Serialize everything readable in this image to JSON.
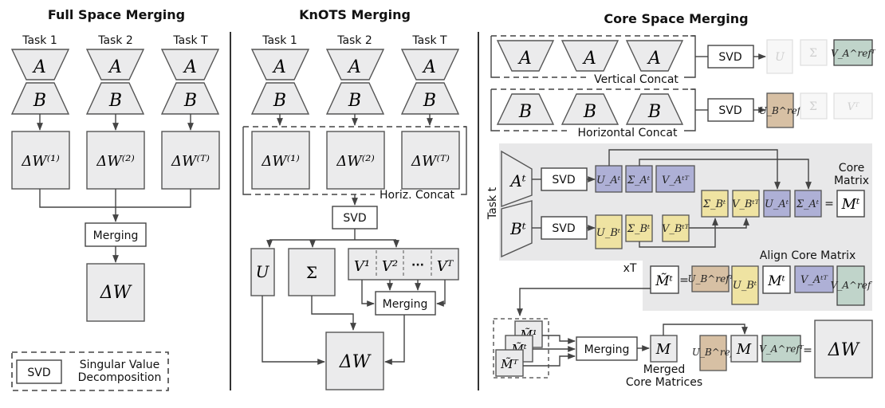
{
  "sections": {
    "full_space": {
      "title": "Full Space Merging",
      "tasks": [
        "Task 1",
        "Task 2",
        "Task T"
      ],
      "a_label": "A",
      "b_label": "B",
      "delta_labels": [
        "ΔW⁽¹⁾",
        "ΔW⁽²⁾",
        "ΔW⁽ᵀ⁾"
      ],
      "merging_label": "Merging",
      "output_label": "ΔW"
    },
    "knots": {
      "title": "KnOTS Merging",
      "tasks": [
        "Task 1",
        "Task 2",
        "Task T"
      ],
      "a_label": "A",
      "b_label": "B",
      "delta_labels": [
        "ΔW⁽¹⁾",
        "ΔW⁽²⁾",
        "ΔW⁽ᵀ⁾"
      ],
      "concat_label": "Horiz. Concat",
      "svd_label": "SVD",
      "u_label": "U",
      "sigma_label": "Σ",
      "v_labels": [
        "V¹",
        "V²",
        "···",
        "Vᵀ"
      ],
      "merging_label": "Merging",
      "output_label": "ΔW"
    },
    "core_space": {
      "title": "Core Space Merging",
      "vertical_concat_label": "Vertical Concat",
      "horizontal_concat_label": "Horizontal Concat",
      "a_label": "A",
      "b_label": "B",
      "svd_label": "SVD",
      "top_outputs": [
        "U",
        "Σ",
        "V_A^refᵀ"
      ],
      "bottom_outputs": [
        "U_B^ref",
        "Σ",
        "Vᵀ"
      ],
      "task_label": "Task t",
      "at_label": "Aᵗ",
      "bt_label": "Bᵗ",
      "a_svd": [
        "U_Aᵗ",
        "Σ_Aᵗ",
        "V_Aᵗᵀ"
      ],
      "b_svd": [
        "U_Bᵗ",
        "Σ_Bᵗ",
        "V_Bᵗᵀ"
      ],
      "core_chain": [
        "Σ_Bᵗ",
        "V_Bᵗᵀ",
        "U_Aᵗ",
        "Σ_Aᵗ"
      ],
      "equals": "=",
      "core_matrix_label": [
        "Core",
        "Matrix"
      ],
      "core_matrix_symbol": "Mᵗ",
      "align_label": "Align Core Matrix",
      "align_lhs": "M̃ᵗ",
      "align_chain": [
        "U_B^refᵀ",
        "U_Bᵗ",
        "Mᵗ",
        "V_Aᵗᵀ",
        "V_A^ref"
      ],
      "repeat_label": "xT",
      "stack_labels": [
        "M̃¹",
        "M̃ᵗ",
        "M̃ᵀ"
      ],
      "merging_label": "Merging",
      "merged_symbol": "M",
      "merged_caption": [
        "Merged",
        "Core Matrices"
      ],
      "final_chain": [
        "U_B^ref",
        "M",
        "V_A^refᵀ"
      ],
      "final_output": "ΔW"
    },
    "legend": {
      "svd_label": "SVD",
      "description": [
        "Singular Value",
        "Decomposition"
      ]
    }
  },
  "colors": {
    "purple": "#aeb0d6",
    "yellow": "#efe3a2",
    "tan": "#d7c0a4",
    "green": "#c0d4ca",
    "gray_box": "#ebebec",
    "panel": "#e8e8e9"
  }
}
